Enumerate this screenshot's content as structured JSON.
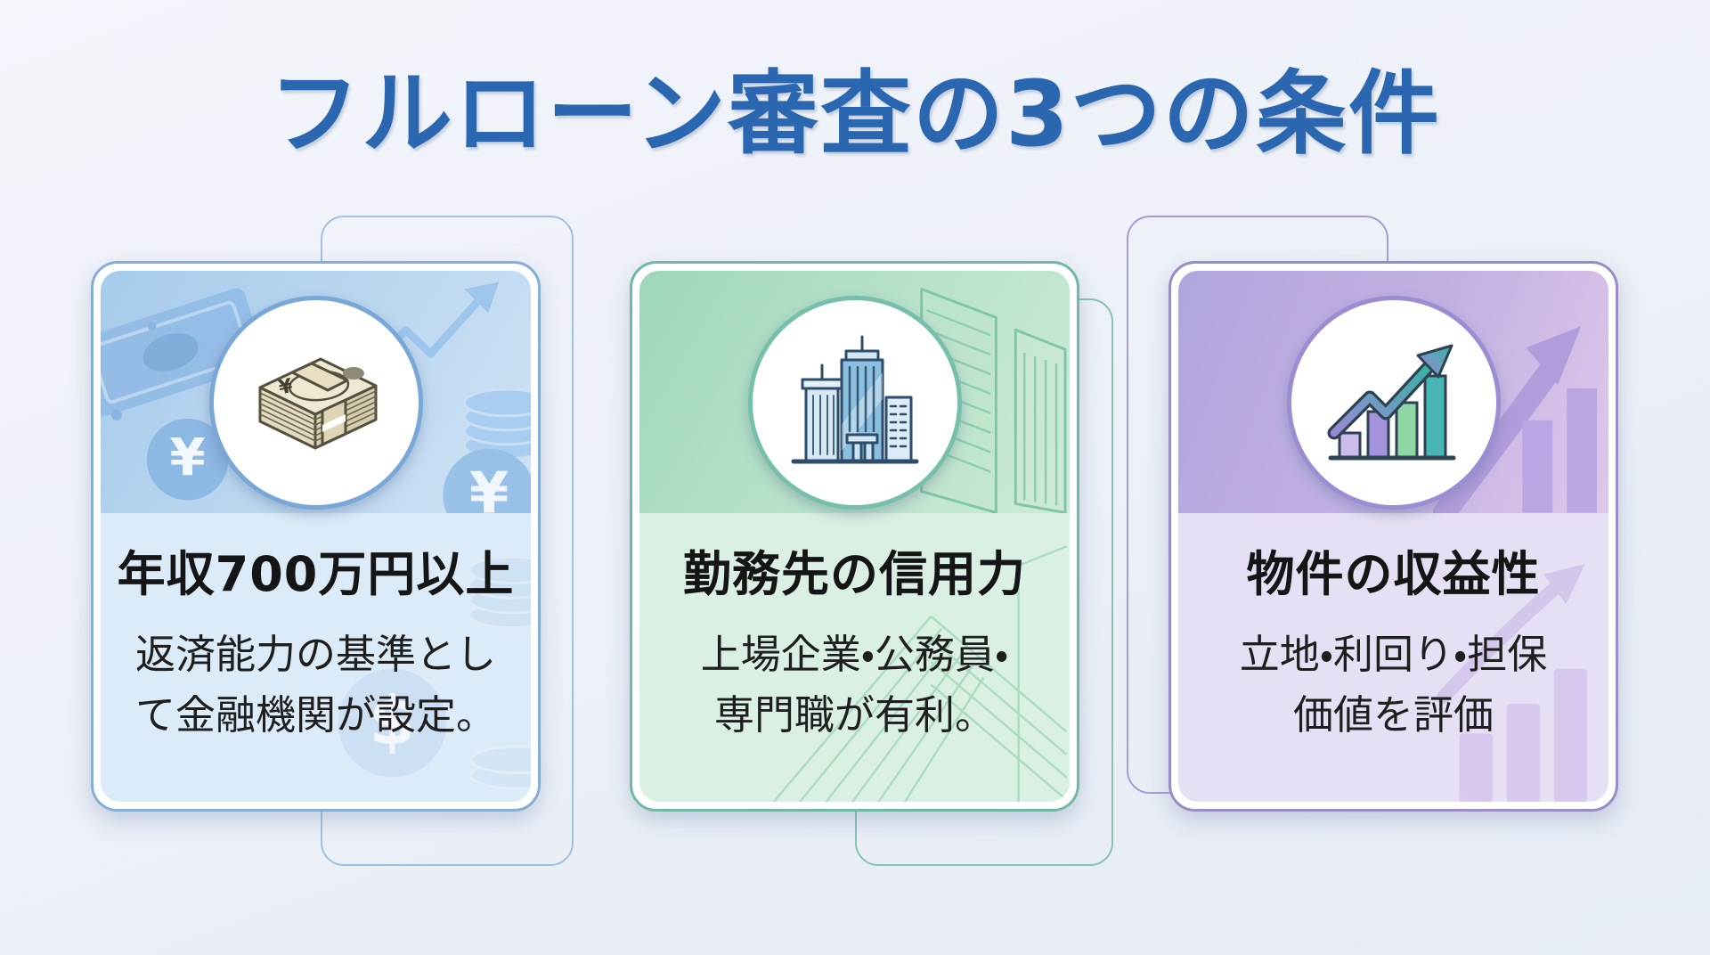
{
  "page": {
    "title": "フルローン審査の3つの条件",
    "title_color": "#2a67b0",
    "background_color": "#edf1f8"
  },
  "cards": [
    {
      "title": "年収700万円以上",
      "desc_line1": "返済能力の基準とし",
      "desc_line2": "て金融機関が設定。",
      "icon": "money-stack-icon",
      "theme": "blue",
      "accent_color": "#84aed6"
    },
    {
      "title": "勤務先の信用力",
      "desc_line1": "上場企業・公務員・",
      "desc_line2": "専門職が有利。",
      "icon": "office-buildings-icon",
      "theme": "green",
      "accent_color": "#72b9a5"
    },
    {
      "title": "物件の収益性",
      "desc_line1": "立地・利回り・担保",
      "desc_line2": "価値を評価",
      "icon": "growth-chart-icon",
      "theme": "purple",
      "accent_color": "#9a8cc9"
    }
  ]
}
